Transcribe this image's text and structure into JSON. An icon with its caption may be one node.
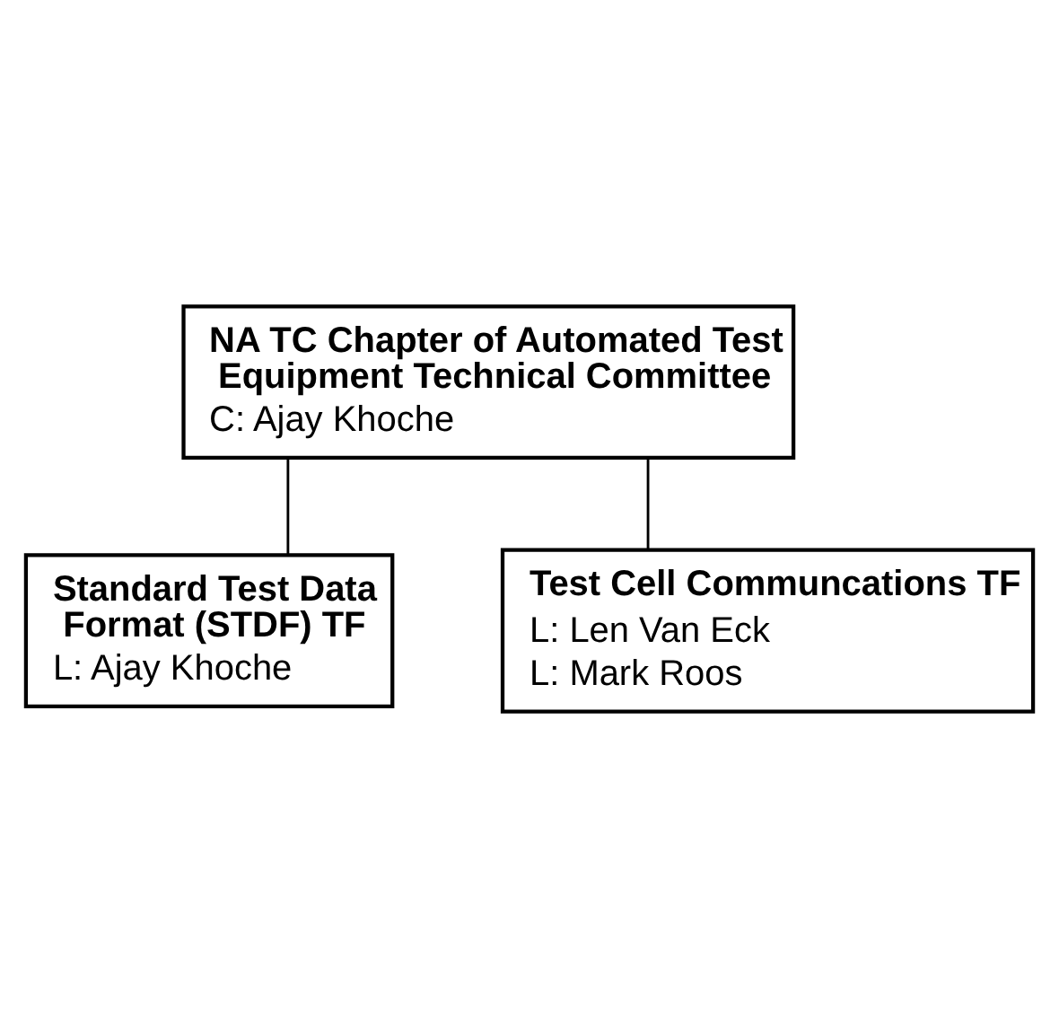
{
  "diagram": {
    "nodes": [
      {
        "text": [
          "NA TC Chapter of Automated Test Equipment Technical Committee",
          "C: Ajay Khoche"
        ]
      },
      {
        "text": [
          "Standard Test Data Format (STDF) TF",
          "L: Ajay Khoche"
        ]
      },
      {
        "text": [
          "Test Cell Communcations TF",
          "L: Len Van Eck",
          "L: Mark Roos"
        ]
      }
    ],
    "edges": [
      {
        "from": 0,
        "to": 1,
        "arrow": "none"
      },
      {
        "from": 0,
        "to": 2,
        "arrow": "none"
      }
    ]
  }
}
